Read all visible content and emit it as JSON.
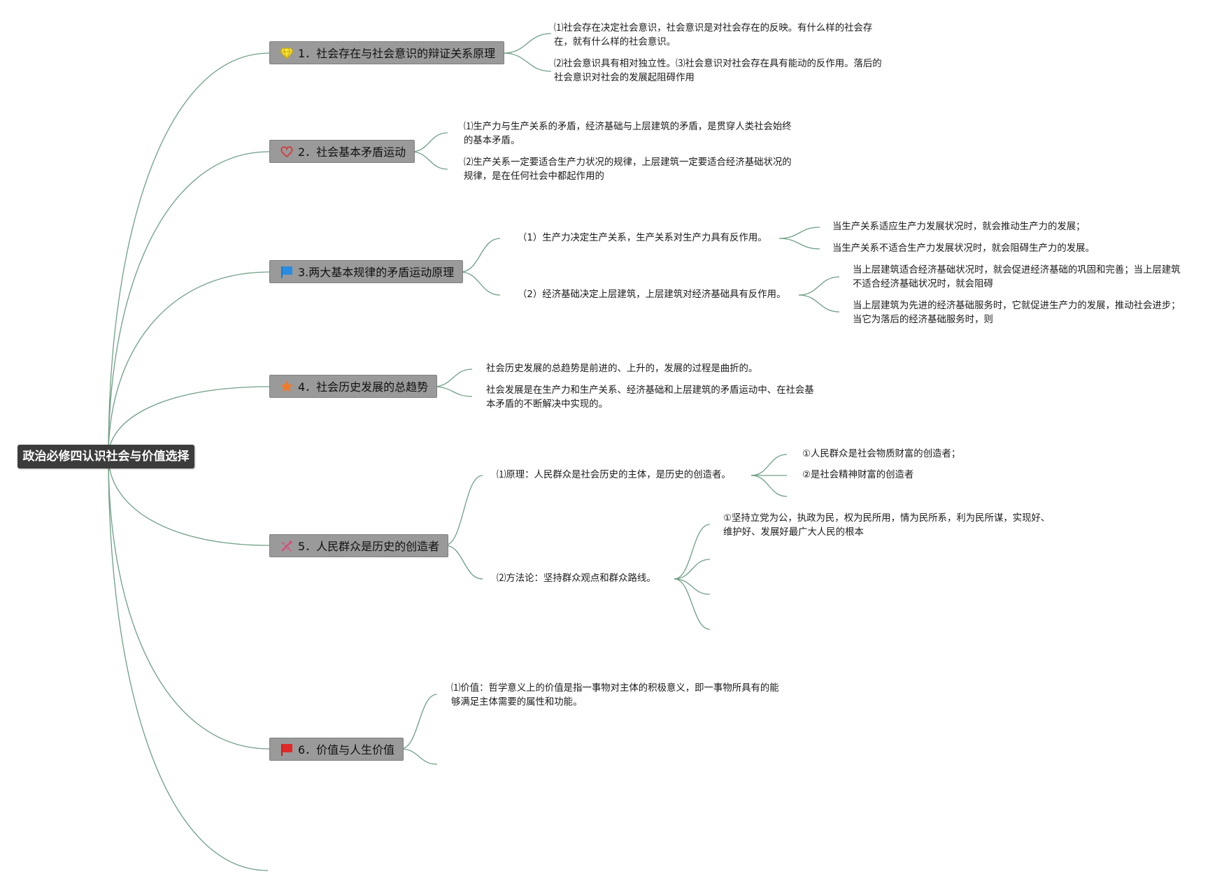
{
  "root": {
    "title": "政治必修四认识社会与价值选择"
  },
  "branches": [
    {
      "label": "1．社会存在与社会意识的辩证关系原理",
      "icon": "diamond-icon",
      "children": [
        {
          "lines": [
            "⑴社会存在决定社会意识，社会意识是对社会存在的反映。有什么样的社会存",
            "在，就有什么样的社会意识。"
          ]
        },
        {
          "lines": [
            "⑵社会意识具有相对独立性。⑶社会意识对社会存在具有能动的反作用。落后的",
            "社会意识对社会的发展起阻碍作用"
          ]
        }
      ]
    },
    {
      "label": "2．社会基本矛盾运动",
      "icon": "heart-icon",
      "children": [
        {
          "lines": [
            "⑴生产力与生产关系的矛盾，经济基础与上层建筑的矛盾，是贯穿人类社会始终",
            "的基本矛盾。"
          ]
        },
        {
          "lines": [
            "⑵生产关系一定要适合生产力状况的规律，上层建筑一定要适合经济基础状况的",
            "规律，是在任何社会中都起作用的"
          ]
        }
      ]
    },
    {
      "label": "3.两大基本规律的矛盾运动原理",
      "icon": "flag-blue-icon",
      "children": [
        {
          "lines": [
            "（1）生产力决定生产关系，生产关系对生产力具有反作用。"
          ],
          "children": [
            {
              "lines": [
                "当生产关系适应生产力发展状况时，就会推动生产力的发展；"
              ]
            },
            {
              "lines": [
                "当生产关系不适合生产力发展状况时，就会阻碍生产力的发展。"
              ]
            }
          ]
        },
        {
          "lines": [
            "（2）经济基础决定上层建筑，上层建筑对经济基础具有反作用。"
          ],
          "children": [
            {
              "lines": [
                "当上层建筑适合经济基础状况时，就会促进经济基础的巩固和完善；当上层建筑",
                "不适合经济基础状况时，就会阻碍"
              ]
            },
            {
              "lines": [
                "当上层建筑为先进的经济基础服务时，它就促进生产力的发展，推动社会进步；",
                "当它为落后的经济基础服务时，则"
              ]
            }
          ]
        }
      ]
    },
    {
      "label": "4．社会历史发展的总趋势",
      "icon": "star-icon",
      "children": [
        {
          "lines": [
            "社会历史发展的总趋势是前进的、上升的，发展的过程是曲折的。"
          ]
        },
        {
          "lines": [
            "社会发展是在生产力和生产关系、经济基础和上层建筑的矛盾运动中、在社会基",
            "本矛盾的不断解决中实现的。"
          ]
        }
      ]
    },
    {
      "label": "5．人民群众是历史的创造者",
      "icon": "tools-icon",
      "children": [
        {
          "lines": [
            "⑴原理：人民群众是社会历史的主体，是历史的创造者。"
          ],
          "children": [
            {
              "lines": [
                "①人民群众是社会物质财富的创造者；"
              ]
            },
            {
              "lines": [
                "②是社会精神财富的创造者"
              ]
            }
          ]
        },
        {
          "lines": [
            "⑵方法论：坚持群众观点和群众路线。"
          ],
          "children": [
            {
              "lines": [
                "①坚持立党为公，执政为民，权为民所用，情为民所系，利为民所谋，实现好、",
                "维护好、发展好最广大人民的根本"
              ]
            }
          ]
        }
      ]
    },
    {
      "label": "6．价值与人生价值",
      "icon": "flag-red-icon",
      "children": [
        {
          "lines": [
            "⑴价值：哲学意义上的价值是指一事物对主体的积极意义，即一事物所具有的能",
            "够满足主体需要的属性和功能。"
          ]
        }
      ]
    }
  ],
  "colors": {
    "link": "#6f9f86",
    "root_bg": "#3c3c3c",
    "branch_bg": "#9a9a9a"
  }
}
